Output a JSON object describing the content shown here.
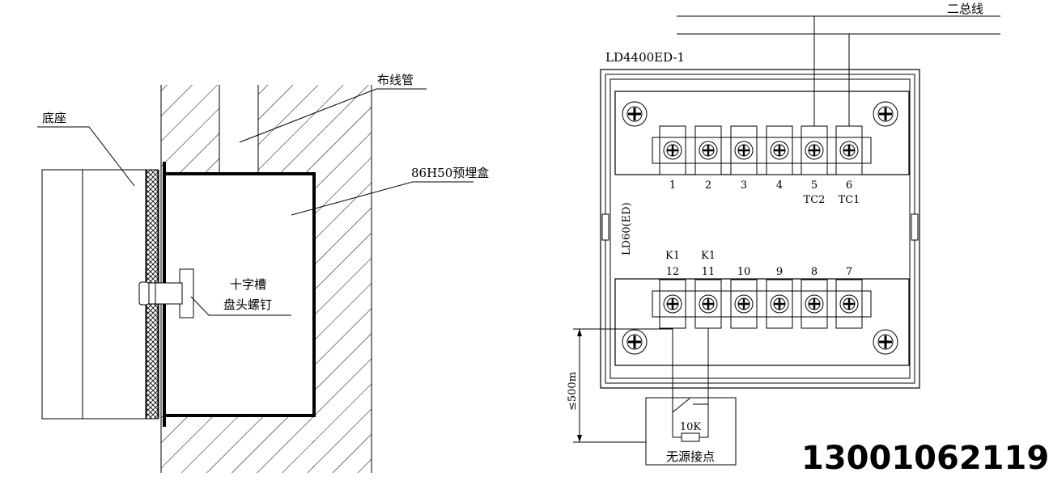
{
  "left_section": {
    "label_base": "底座",
    "label_conduit": "布线管",
    "label_box": "86H50预埋盒",
    "label_screw_line1": "十字槽",
    "label_screw_line2": "盘头螺钉"
  },
  "right_section": {
    "label_bus": "二总线",
    "label_model": "LD4400ED-1",
    "label_side": "LD60(ED)",
    "top_terminals": [
      "1",
      "2",
      "3",
      "4",
      "5",
      "6"
    ],
    "top_terminal_names": [
      "",
      "",
      "",
      "",
      "TC2",
      "TC1"
    ],
    "bottom_terminals": [
      "12",
      "11",
      "10",
      "9",
      "8",
      "7"
    ],
    "bottom_terminal_names": [
      "K1",
      "K1",
      "",
      "",
      "",
      ""
    ],
    "label_resistor": "10K",
    "label_contact": "无源接点",
    "label_distance": "≤500m"
  },
  "phone": "13001062119"
}
